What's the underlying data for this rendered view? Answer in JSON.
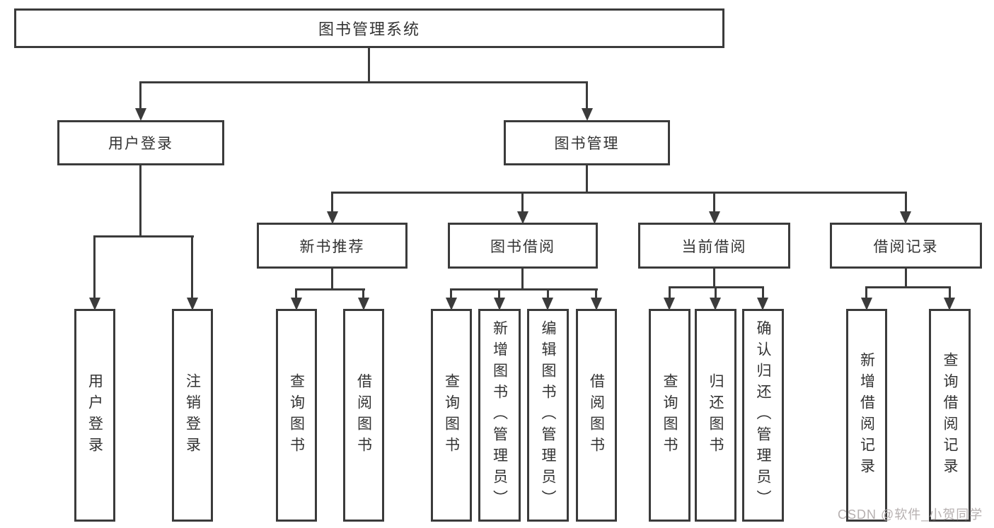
{
  "diagram": {
    "root": {
      "label": "图书管理系统",
      "children": [
        {
          "label": "用户登录",
          "children": [
            {
              "label": "用户登录"
            },
            {
              "label": "注销登录"
            }
          ]
        },
        {
          "label": "图书管理",
          "children": [
            {
              "label": "新书推荐",
              "children": [
                {
                  "label": "查询图书"
                },
                {
                  "label": "借阅图书"
                }
              ]
            },
            {
              "label": "图书借阅",
              "children": [
                {
                  "label": "查询图书"
                },
                {
                  "label": "新增图书（管理员）"
                },
                {
                  "label": "编辑图书（管理员）"
                },
                {
                  "label": "借阅图书"
                }
              ]
            },
            {
              "label": "当前借阅",
              "children": [
                {
                  "label": "查询图书"
                },
                {
                  "label": "归还图书"
                },
                {
                  "label": "确认归还（管理员）"
                }
              ]
            },
            {
              "label": "借阅记录",
              "children": [
                {
                  "label": "新增借阅记录"
                },
                {
                  "label": "查询借阅记录"
                }
              ]
            }
          ]
        }
      ]
    }
  },
  "watermark": "CSDN @软件_小贺同学",
  "colors": {
    "line": "#3b3b3b",
    "text": "#333333",
    "watermark": "#b2acac",
    "background": "#ffffff"
  }
}
